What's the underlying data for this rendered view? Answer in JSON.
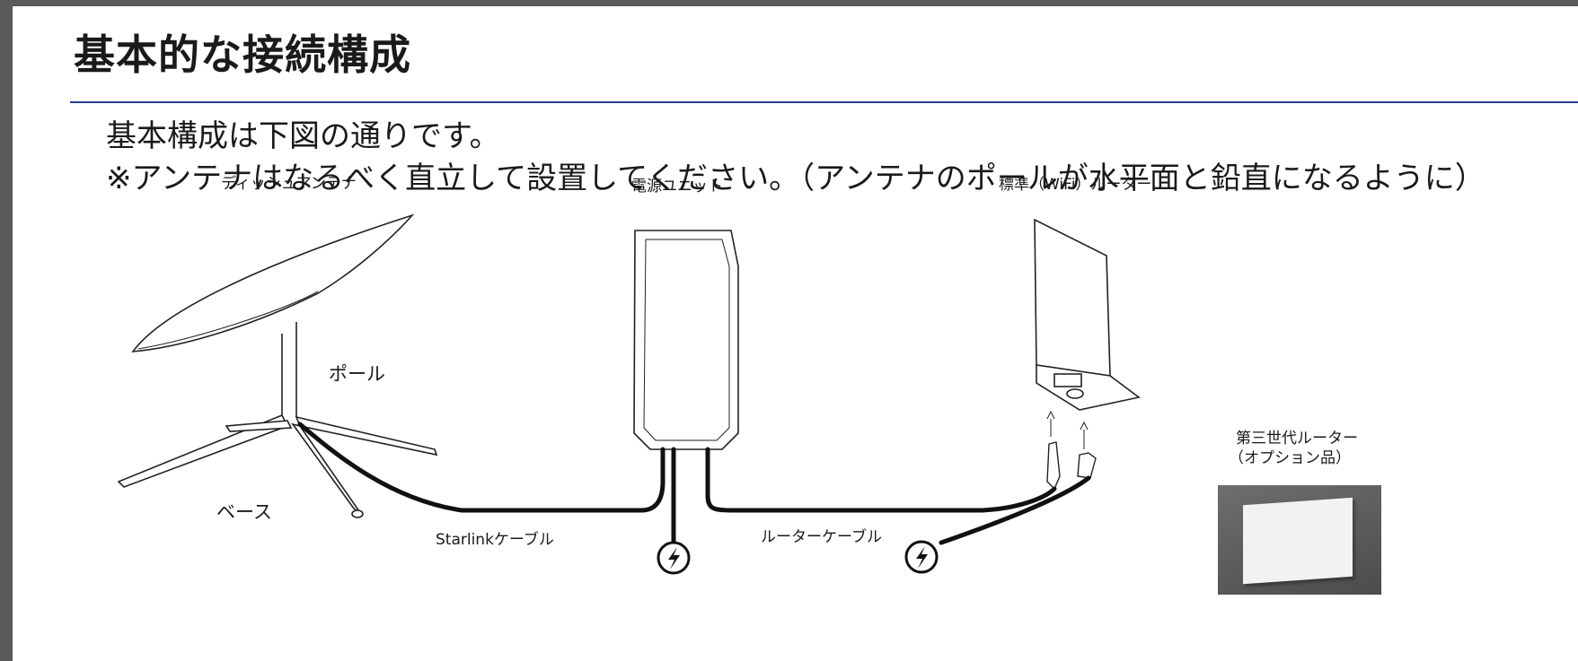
{
  "slide": {
    "title": "基本的な接続構成",
    "intro": "基本構成は下図の通りです。",
    "note": "※アンテナはなるべく直立して設置してください。（アンテナのポールが水平面と鉛直になるように）"
  },
  "labels": {
    "dish_antenna": "ディッシュアンテナ",
    "power_unit": "電源ユニット",
    "standard_router": "標準（WiFi）ルーター",
    "pole": "ポール",
    "base": "ベース",
    "starlink_cable": "Starlinkケーブル",
    "router_cable": "ルーターケーブル",
    "gen3_router_line1": "第三世代ルーター",
    "gen3_router_line2": "（オプション品）"
  },
  "colors": {
    "title_rule": "#2b3f8f",
    "frame": "#5a5a5a",
    "cable": "#111111"
  },
  "icons": [
    "power-plug-icon"
  ]
}
